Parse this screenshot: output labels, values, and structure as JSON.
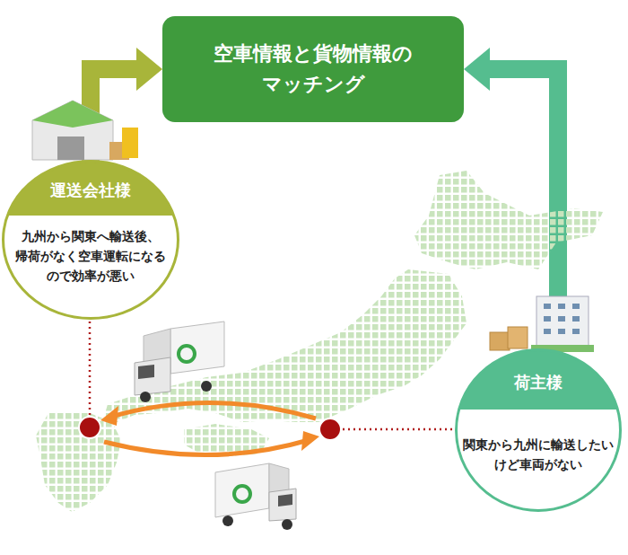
{
  "diagram": {
    "nodes": [
      {
        "text": [
          "空車情報と貨物情報の マッチング"
        ]
      },
      {
        "text": [
          "運送会社様",
          "九州から関東へ輸送後、 帰荷がなく空車運転になる ので効率が悪い"
        ]
      },
      {
        "text": [
          "荷主様",
          "関東から九州に輸送したい けど車両がない"
        ]
      }
    ],
    "edges": [
      {
        "from": 1,
        "to": 0,
        "arrow": "to"
      },
      {
        "from": 2,
        "to": 0,
        "arrow": "to"
      }
    ]
  }
}
